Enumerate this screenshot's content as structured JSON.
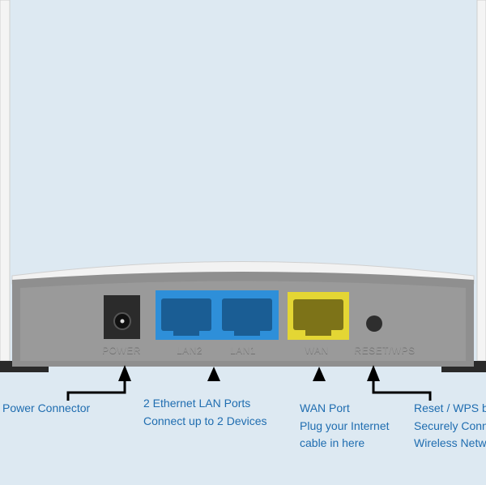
{
  "router": {
    "port_labels": {
      "power": "POWER",
      "lan2": "LAN2",
      "lan1": "LAN1",
      "wan": "WAN",
      "reset": "RESET/WPS"
    },
    "colors": {
      "lan": "#2e8fd9",
      "wan": "#e4d634",
      "body": "#8e8e8e",
      "caption": "#1f6db0"
    }
  },
  "captions": {
    "power": {
      "line1": "Power Connector"
    },
    "lan": {
      "line1": "2 Ethernet LAN Ports",
      "line2": "Connect up to 2 Devices"
    },
    "wan": {
      "line1": "WAN Port",
      "line2": "Plug your Internet",
      "line3": "cable in here"
    },
    "reset": {
      "line1": "Reset / WPS b",
      "line2": "Securely Conn",
      "line3": "Wireless Netw"
    }
  }
}
